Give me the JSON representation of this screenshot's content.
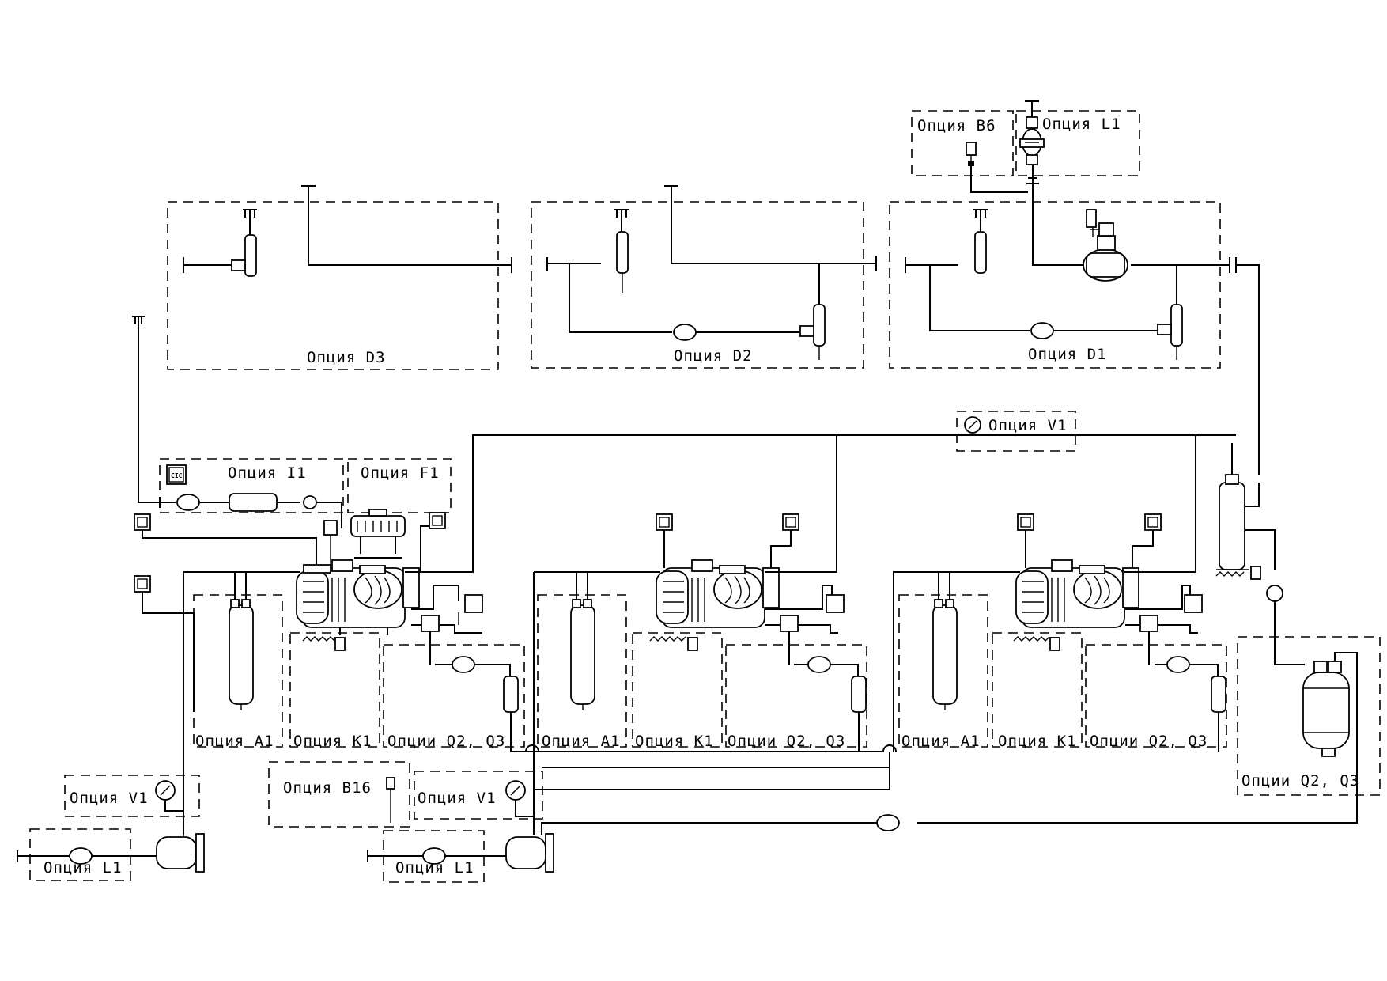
{
  "option_labels": {
    "d3": "Опция D3",
    "d2": "Опция D2",
    "d1": "Опция D1",
    "b6": "Опция B6",
    "l1_top": "Опция L1",
    "v1_top": "Опция V1",
    "i1": "Опция I1",
    "f1": "Опция F1",
    "a1_1": "Опция A1",
    "k1_1": "Опция K1",
    "q23_1": "Опции Q2, Q3",
    "a1_2": "Опция A1",
    "k1_2": "Опция K1",
    "q23_2": "Опции Q2, Q3",
    "a1_3": "Опция A1",
    "k1_3": "Опция K1",
    "q23_3": "Опции Q2, Q3",
    "q23_receiver": "Опции Q2, Q3",
    "b16": "Опция B16",
    "v1_left": "Опция V1",
    "v1_mid": "Опция V1",
    "l1_left": "Опция L1",
    "l1_mid": "Опция L1"
  },
  "cic_badge": "CIC"
}
